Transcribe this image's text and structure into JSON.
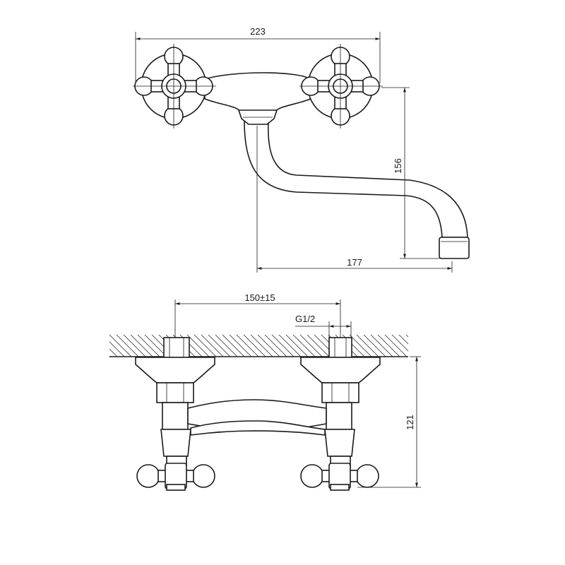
{
  "dimensions": {
    "top_width": "223",
    "spout_height": "156",
    "spout_reach": "177",
    "inlet_spacing": "150±15",
    "thread": "G1/2",
    "side_height": "121"
  }
}
